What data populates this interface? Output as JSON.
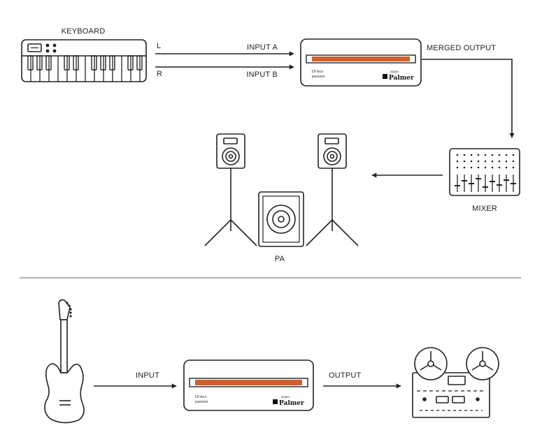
{
  "top": {
    "keyboard_label": "KEYBOARD",
    "channel_left": "L",
    "channel_right": "R",
    "input_a": "INPUT A",
    "input_b": "INPUT B",
    "merged_output": "MERGED OUTPUT",
    "mixer_label": "MIXER",
    "pa_label": "PA"
  },
  "bottom": {
    "input_label": "INPUT",
    "output_label": "OUTPUT"
  },
  "device": {
    "model_line1": "DI-box",
    "model_line2": "passive",
    "maker_small": "xipper",
    "brand": "Palmer",
    "stripe_color": "#cf5f2c"
  },
  "colors": {
    "ink": "#222222",
    "divider": "#9a9a9a"
  }
}
